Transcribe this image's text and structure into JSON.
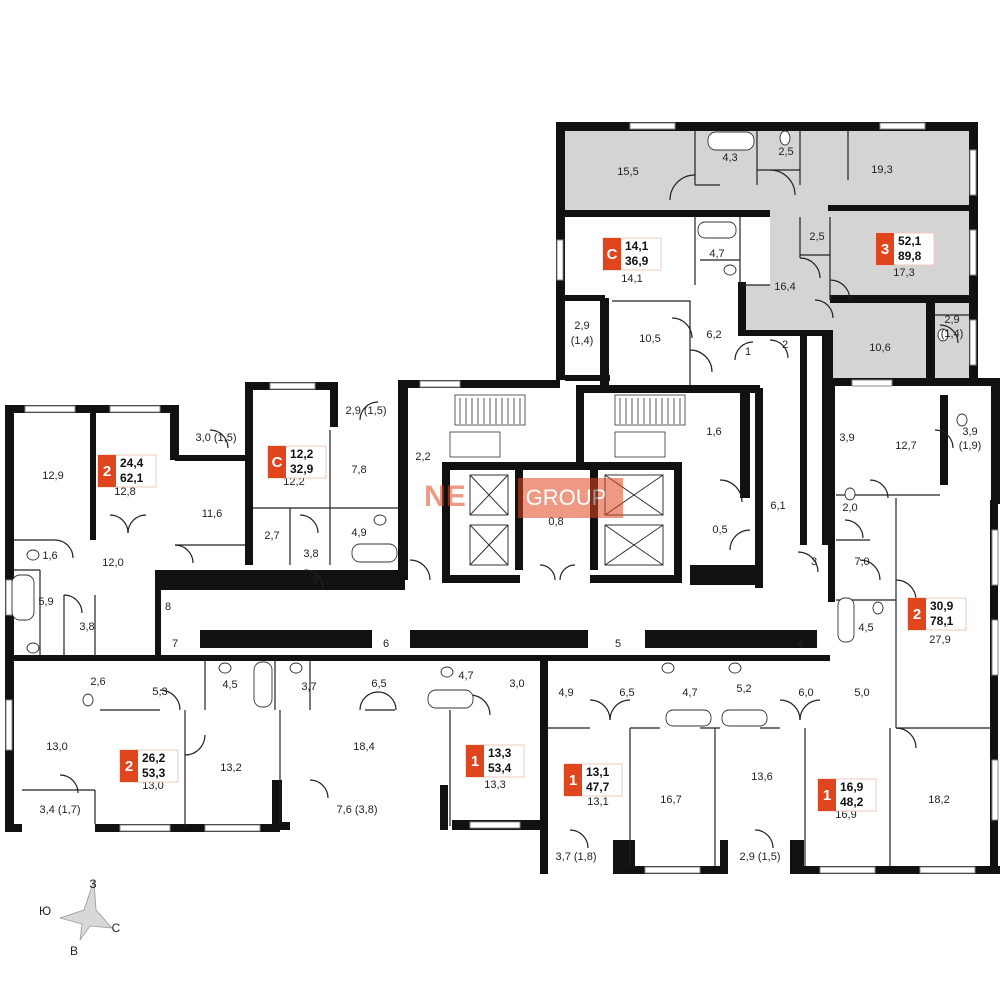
{
  "colors": {
    "accent": "#e0461e",
    "highlight_apartment": "#d4d4d4",
    "wall": "#111111",
    "watermark": "#e0461e"
  },
  "watermark": {
    "part1": "NE",
    "part2": "GROUP"
  },
  "compass": {
    "north": "З",
    "east": "С",
    "south": "В",
    "west": "Ю"
  },
  "doors": [
    "1",
    "2",
    "3",
    "4",
    "5",
    "6",
    "7",
    "8",
    "9"
  ],
  "badges": [
    {
      "type": "2",
      "living": "24,4",
      "total": "62,1"
    },
    {
      "type": "С",
      "living": "12,2",
      "total": "32,9"
    },
    {
      "type": "С",
      "living": "14,1",
      "total": "36,9"
    },
    {
      "type": "3",
      "living": "52,1",
      "total": "89,8"
    },
    {
      "type": "2",
      "living": "30,9",
      "total": "78,1"
    },
    {
      "type": "2",
      "living": "26,2",
      "total": "53,3"
    },
    {
      "type": "1",
      "living": "13,3",
      "total": "53,4"
    },
    {
      "type": "1",
      "living": "13,1",
      "total": "47,7"
    },
    {
      "type": "1",
      "living": "16,9",
      "total": "48,2"
    }
  ],
  "rooms": [
    "15,5",
    "4,3",
    "2,5",
    "19,3",
    "14,1",
    "4,7",
    "2,5",
    "17,3",
    "16,4",
    "2,9",
    "(1,4)",
    "10,5",
    "6,2",
    "10,6",
    "2,9",
    "(1,4)",
    "1,6",
    "0,8",
    "0,5",
    "6,1",
    "3,9",
    "12,7",
    "3,9",
    "(1,9)",
    "2,0",
    "7,0",
    "4,5",
    "27,9",
    "12,9",
    "12,8",
    "3,0 (1,5)",
    "11,6",
    "2,9 (1,5)",
    "12,2",
    "7,8",
    "2,2",
    "2,7",
    "3,8",
    "4,9",
    "1,6",
    "12,0",
    "5,9",
    "3,8",
    "2,6",
    "5,3",
    "4,5",
    "3,7",
    "6,5",
    "4,7",
    "3,0",
    "4,9",
    "6,5",
    "4,7",
    "5,2",
    "6,0",
    "5,0",
    "13,0",
    "13,0",
    "13,2",
    "18,4",
    "13,3",
    "13,1",
    "16,7",
    "13,6",
    "16,9",
    "18,2",
    "3,4 (1,7)",
    "7,6 (3,8)",
    "3,7 (1,8)",
    "2,9 (1,5)"
  ]
}
